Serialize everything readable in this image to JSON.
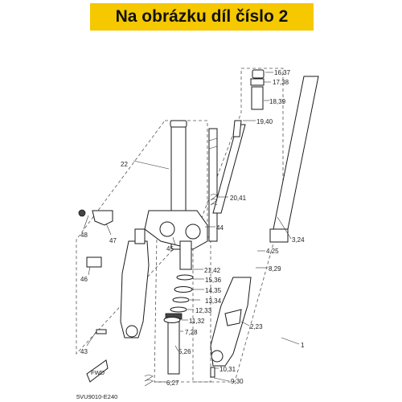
{
  "banner": {
    "text": "Na obrázku díl číslo 2",
    "bg_color": "#f5c800"
  },
  "diagram": {
    "drawing_code": "5VU9010-E240",
    "fwd_badge": "FWD",
    "callouts": [
      "16,37",
      "17,38",
      "18,39",
      "19,40",
      "20,41",
      "22",
      "3,24",
      "4,25",
      "8,29",
      "44",
      "48",
      "47",
      "45",
      "21,42",
      "15,36",
      "14,35",
      "13,34",
      "12,33",
      "11,32",
      "7,28",
      "2,23",
      "46",
      "43",
      "5,26",
      "10,31",
      "9,30",
      "6,27",
      "1"
    ]
  }
}
